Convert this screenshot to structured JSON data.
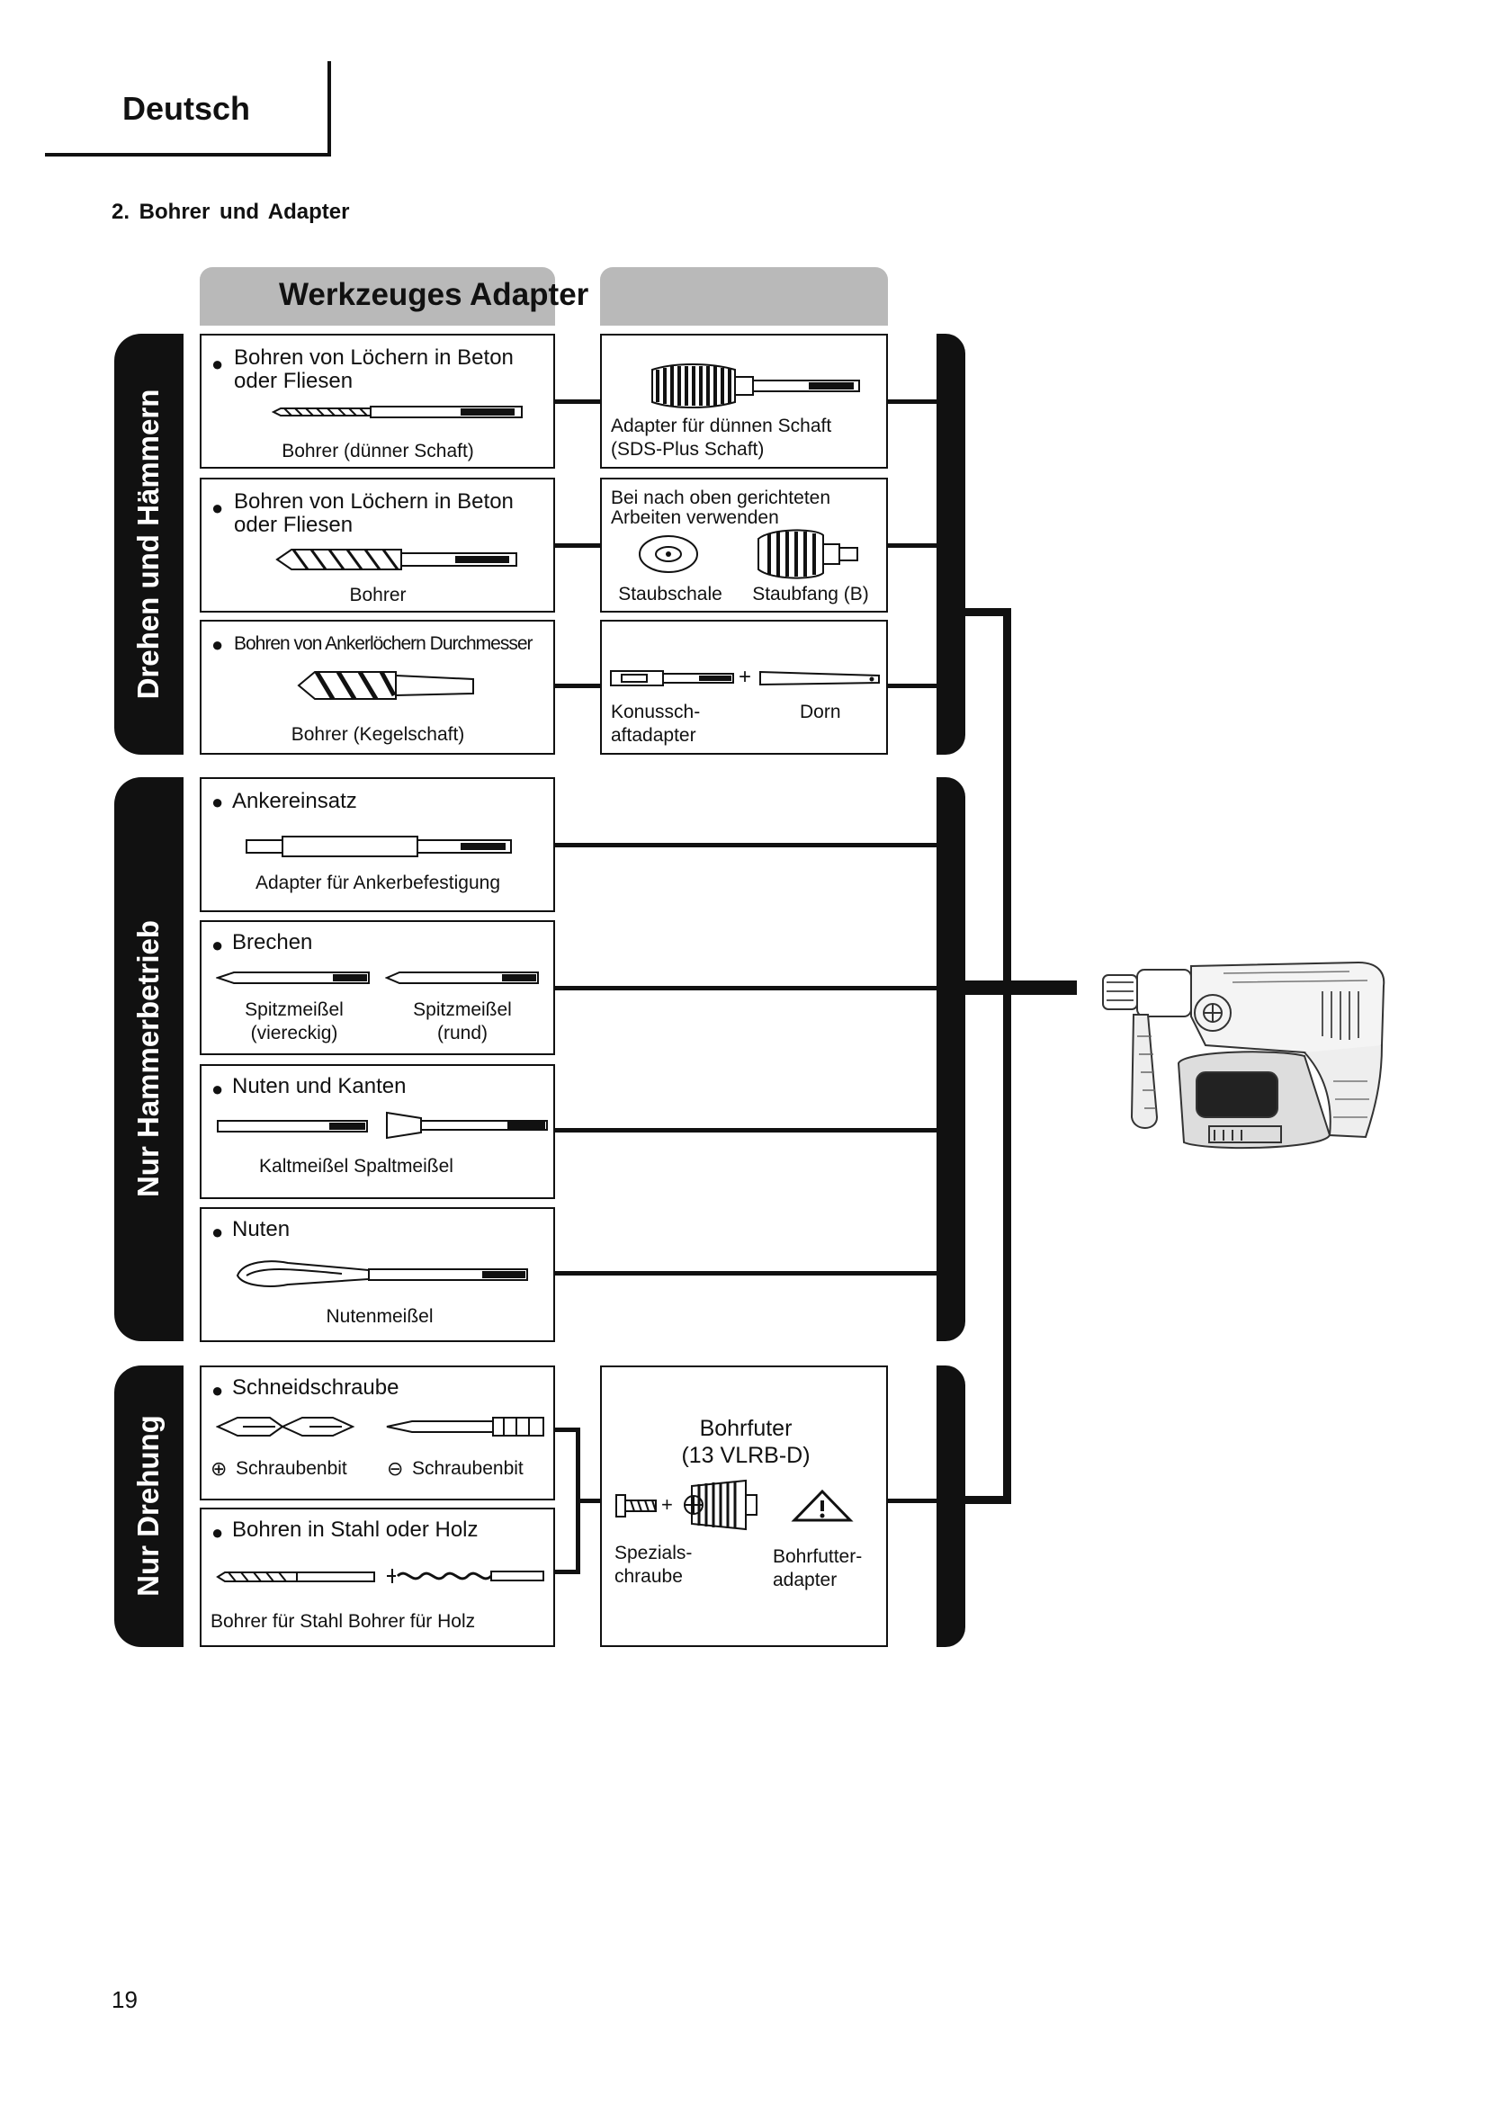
{
  "header": {
    "language": "Deutsch"
  },
  "section": {
    "heading": "2. Bohrer und Adapter"
  },
  "table": {
    "header_title": "Werkzeuges Adapter",
    "groups": [
      {
        "label": "Drehen und Hämmern"
      },
      {
        "label": "Nur Hammerbetrieb"
      },
      {
        "label": "Nur Drehung"
      }
    ],
    "tools": [
      {
        "title_line1": "Bohren von Löchern in Beton",
        "title_line2": "oder Fliesen",
        "caption": "Bohrer (dünner Schaft)"
      },
      {
        "title_line1": "Bohren von Löchern in Beton",
        "title_line2": "oder Fliesen",
        "caption": "Bohrer"
      },
      {
        "title_line1": "Bohren von Ankerlöchern Durchmesser",
        "caption": "Bohrer (Kegelschaft)"
      },
      {
        "title_line1": "Ankereinsatz",
        "caption": "Adapter für Ankerbefestigung"
      },
      {
        "title_line1": "Brechen",
        "caption_left_1": "Spitzmeißel",
        "caption_left_2": "(viereckig)",
        "caption_right_1": "Spitzmeißel",
        "caption_right_2": "(rund)"
      },
      {
        "title_line1": "Nuten und Kanten",
        "caption": "Kaltmeißel Spaltmeißel"
      },
      {
        "title_line1": "Nuten",
        "caption": "Nutenmeißel"
      },
      {
        "title_line1": "Schneidschraube",
        "caption_left": "Schraubenbit",
        "caption_right": "Schraubenbit"
      },
      {
        "title_line1": "Bohren in Stahl oder Holz",
        "caption": "Bohrer für Stahl Bohrer für Holz"
      }
    ],
    "adapters": [
      {
        "caption_1": "Adapter für dünnen Schaft",
        "caption_2": "(SDS-Plus Schaft)"
      },
      {
        "note_1": "Bei nach oben gerichteten",
        "note_2": "Arbeiten verwenden",
        "caption_left": "Staubschale",
        "caption_right": "Staubfang (B)"
      },
      {
        "caption_left_1": "Konussch-",
        "caption_left_2": "aftadapter",
        "caption_right": "Dorn"
      },
      {
        "title_1": "Bohrfuter",
        "title_2": "(13 VLRB-D)",
        "caption_left_1": "Spezials-",
        "caption_left_2": "chraube",
        "caption_right_1": "Bohrfutter-",
        "caption_right_2": "adapter"
      }
    ]
  },
  "footer": {
    "page_number": "19"
  }
}
